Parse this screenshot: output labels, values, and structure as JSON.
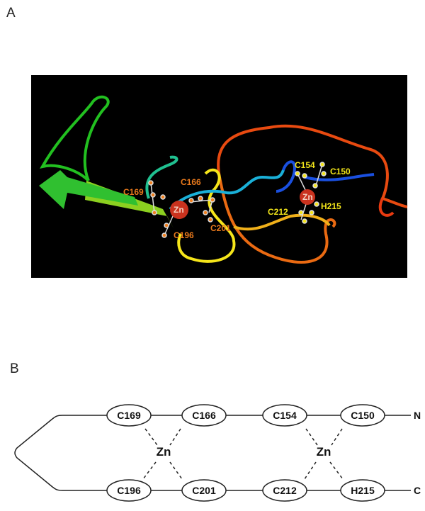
{
  "panels": {
    "a_label": "A",
    "b_label": "B"
  },
  "structure_labels": {
    "site1": {
      "zn": "Zn",
      "residues": [
        "C169",
        "C166",
        "C196",
        "C201"
      ]
    },
    "site2": {
      "zn": "Zn",
      "residues": [
        "C154",
        "C150",
        "C212",
        "H215"
      ]
    }
  },
  "diagram": {
    "top_row": [
      "C169",
      "C166",
      "C154",
      "C150"
    ],
    "bottom_row": [
      "C196",
      "C201",
      "C212",
      "H215"
    ],
    "zn_left": "Zn",
    "zn_right": "Zn",
    "end_top": "N",
    "end_bottom": "C"
  },
  "colors": {
    "site1_label": "#e8791c",
    "site2_label": "#f2e51a",
    "zinc": "#c9321e",
    "background_a": "#000000"
  }
}
